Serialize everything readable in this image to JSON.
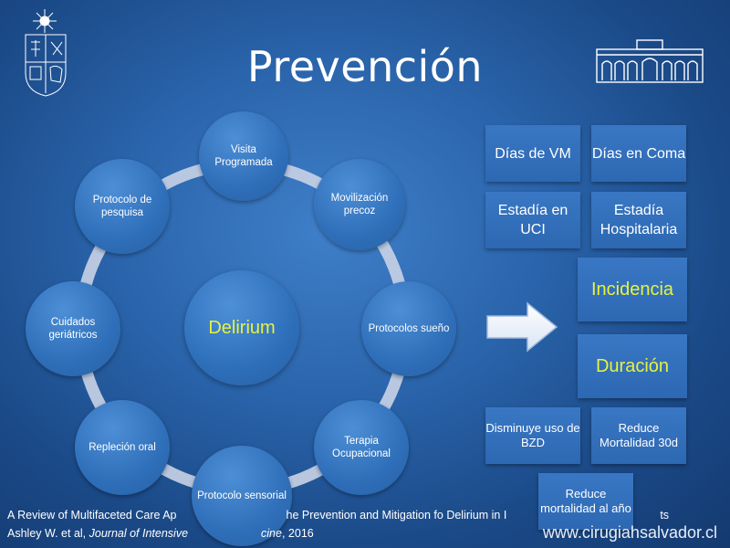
{
  "title": "Prevención",
  "center_label": "Delirium",
  "nodes": [
    "Visita Programada",
    "Movilización precoz",
    "Protocolos sueño",
    "Terapia Ocupacional",
    "Protocolo sensorial",
    "Repleción oral",
    "Cuidados geriátricos",
    "Protocolo de pesquisa"
  ],
  "outcomes": {
    "dias_vm": "Días de VM",
    "dias_coma": "Días en Coma",
    "estadia_uci": "Estadía en UCI",
    "estadia_hosp": "Estadía Hospitalaria",
    "incidencia": "Incidencia",
    "duracion": "Duración",
    "bzd": "Disminuye uso de BZD",
    "mortalidad_30d": "Reduce Mortalidad 30d",
    "mortalidad_anio": "Reduce mortalidad al año"
  },
  "citation": {
    "line1_start": "A Review of Multifaceted Care Ap",
    "line1_end": "he Prevention and Mitigation fo Delirium in I",
    "line1_tail": "ts",
    "line2_prefix": "Ashley W. et al, ",
    "journal_start": "Journal of Intensive",
    "journal_end": "cine",
    "year": ", 2016"
  },
  "website": "www.cirugiahsalvador.cl",
  "colors": {
    "highlight": "#e8f23e",
    "node_fill": "#2f6fb9",
    "ring": "#c9d3e6"
  }
}
